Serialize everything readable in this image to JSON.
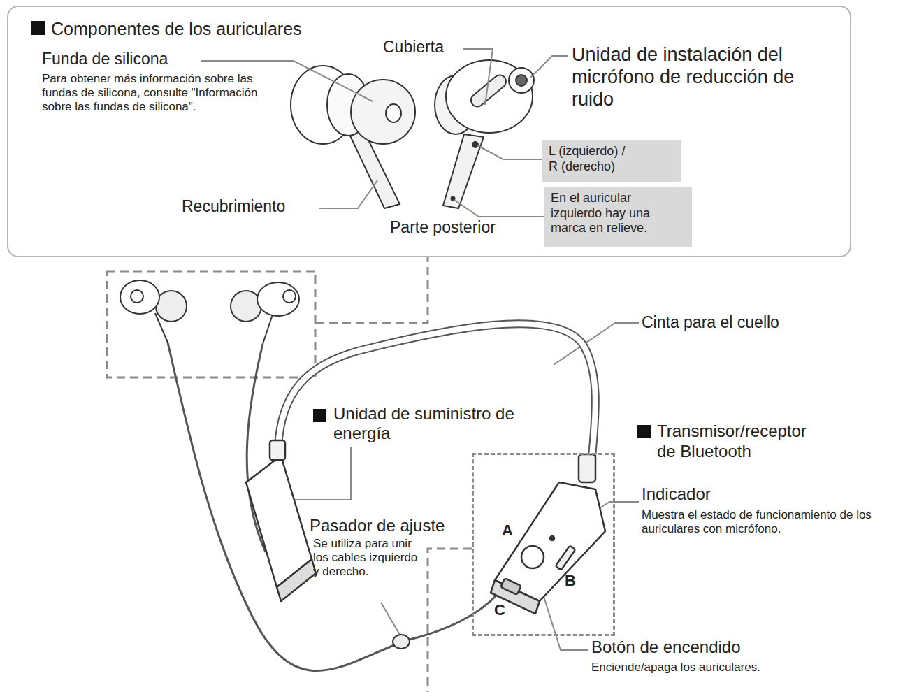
{
  "diagram": {
    "nodes": [
      {
        "text": [
          "Componentes de los auriculares"
        ]
      },
      {
        "text": [
          "L (izquierdo) / R (derecho)"
        ],
        "in": 0
      },
      {
        "text": [
          "En el auricular izquierdo hay una marca en relieve."
        ],
        "in": 0
      },
      {
        "text": [
          "Transmisor/receptor de Bluetooth"
        ]
      }
    ],
    "labels": [
      "Funda de silicona",
      "Para obtener más información sobre las fundas de silicona, consulte \"Información sobre las fundas de silicona\".",
      "Cubierta",
      "Unidad de instalación del micrófono de reducción de ruido",
      "Recubrimiento",
      "Parte posterior",
      "Cinta para el cuello",
      "Unidad de suministro de energía",
      "Pasador de ajuste",
      "Se utiliza para unir los cables izquierdo y derecho.",
      "A",
      "Indicador",
      "Muestra el estado de funcionamiento de los auriculares con micrófono.",
      "B",
      "C",
      "Botón de encendido",
      "Enciende/apaga los auriculares."
    ]
  }
}
